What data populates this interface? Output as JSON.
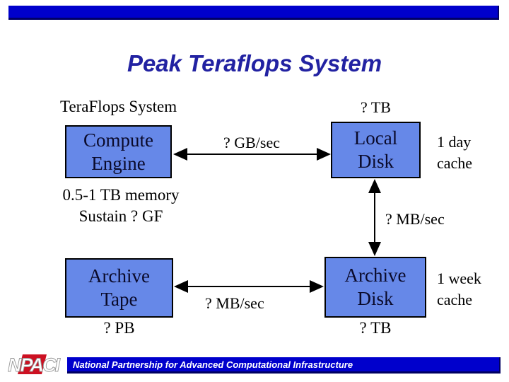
{
  "slide": {
    "title": "Peak Teraflops System",
    "colors": {
      "banner_blue": "#0000CC",
      "banner_shadow": "#000066",
      "box_fill": "#6688E8",
      "box_border": "#000000",
      "title_blue": "#2222A2",
      "logo_red": "#CC1122",
      "arrow_black": "#000000"
    }
  },
  "diagram": {
    "system_label": "TeraFlops System",
    "boxes": {
      "compute_engine": {
        "line1": "Compute",
        "line2": "Engine"
      },
      "local_disk": {
        "line1": "Local",
        "line2": "Disk"
      },
      "archive_tape": {
        "line1": "Archive",
        "line2": "Tape"
      },
      "archive_disk": {
        "line1": "Archive",
        "line2": "Disk"
      }
    },
    "labels": {
      "tb_top": "? TB",
      "gb_sec": "? GB/sec",
      "day_cache_line1": "1 day",
      "day_cache_line2": "cache",
      "memory_line1": "0.5-1 TB memory",
      "memory_line2": "Sustain ? GF",
      "mb_sec_vertical": "? MB/sec",
      "mb_sec_horizontal": "? MB/sec",
      "week_cache_line1": "1 week",
      "week_cache_line2": "cache",
      "pb_bottom": "? PB",
      "tb_bottom": "? TB"
    }
  },
  "footer": {
    "logo_text": "NPACI",
    "banner": "National Partnership for Advanced Computational Infrastructure"
  }
}
